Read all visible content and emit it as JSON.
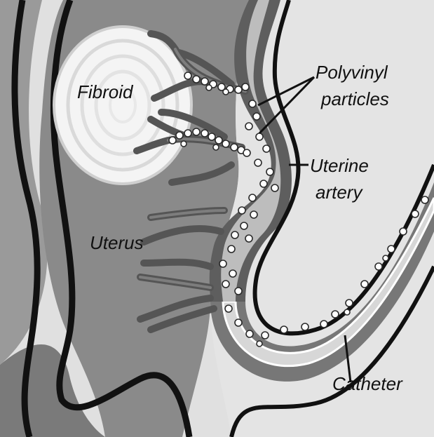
{
  "labels": {
    "fibroid": "Fibroid",
    "polyvinyl_line1": "Polyvinyl",
    "polyvinyl_line2": "particles",
    "uterine_line1": "Uterine",
    "uterine_line2": "artery",
    "uterus": "Uterus",
    "catheter": "Catheter"
  },
  "colors": {
    "background_light": "#e2e2e2",
    "tissue_mid": "#8f8f8f",
    "tissue_dark": "#6f6f6f",
    "outline": "#111111",
    "artery_wall": "#5a5a5a",
    "artery_lumen": "#bdbdbd",
    "fibroid_white": "#ffffff"
  }
}
